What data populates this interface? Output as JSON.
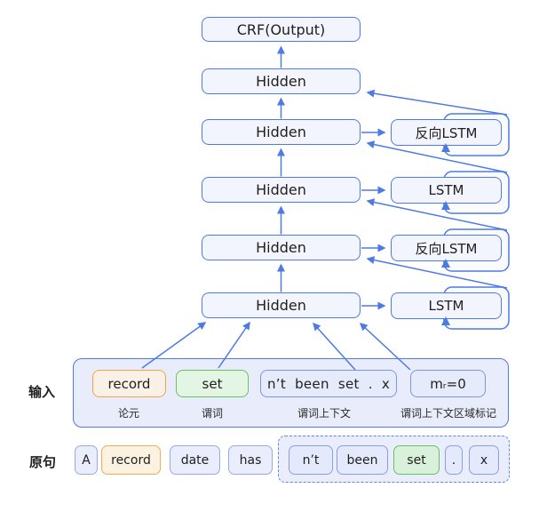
{
  "colors": {
    "accent_blue": "#4d7ae4",
    "node_fill": "#f2f5fd",
    "panel_fill": "#e9edfb",
    "orange_border": "#f0a44e",
    "orange_fill": "#faf1e6",
    "green_border": "#6abf6a",
    "green_fill": "#e3f5e3",
    "green_fill_strong": "#d9f1da",
    "dashed_border": "#5b86ec"
  },
  "network": {
    "crf_label": "CRF(Output)",
    "hidden_labels": [
      "Hidden",
      "Hidden",
      "Hidden",
      "Hidden",
      "Hidden"
    ],
    "lstm_labels": [
      "反向LSTM",
      "LSTM",
      "反向LSTM",
      "LSTM"
    ]
  },
  "input_section": {
    "section_label": "输入",
    "items": [
      {
        "text": "record",
        "caption": "论元"
      },
      {
        "text": "set",
        "caption": "谓词"
      },
      {
        "text": "n’t been set . x",
        "caption": "谓词上下文"
      },
      {
        "text": "mᵣ=0",
        "caption": "谓词上下文区域标记"
      }
    ]
  },
  "sentence_section": {
    "section_label": "原句",
    "tokens": [
      "A",
      "record",
      "date",
      "has"
    ],
    "highlighted_tokens": [
      "n’t",
      "been",
      "set",
      ".",
      "x"
    ]
  }
}
